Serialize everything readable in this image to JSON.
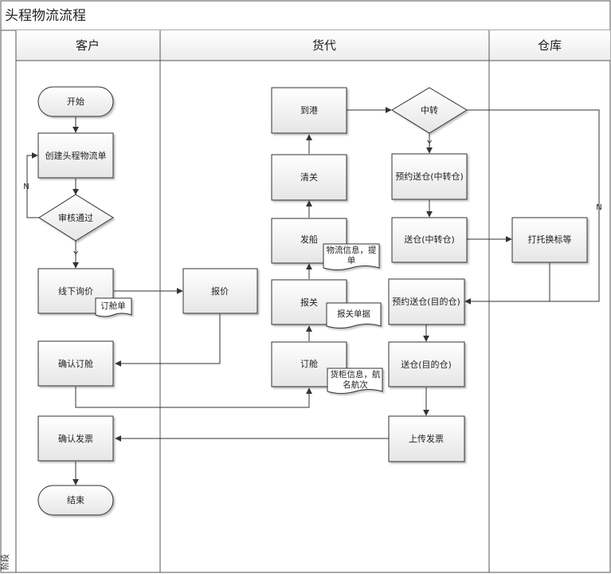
{
  "title": "头程物流流程",
  "phase_label": "阶段",
  "lanes": [
    "客户",
    "货代",
    "仓库"
  ],
  "nodes": {
    "start": "开始",
    "create_order": "创建头程物流单",
    "review": "审核通过",
    "offline_inquiry": "线下询价",
    "confirm_booking": "确认订舱",
    "confirm_invoice": "确认发票",
    "end": "结束",
    "quote": "报价",
    "arrive_port": "到港",
    "customs_clearance": "清关",
    "shipping": "发船",
    "customs_declaration": "报关",
    "booking": "订舱",
    "transit": "中转",
    "reserve_transit_wh": "预约送仓(中转仓)",
    "deliver_transit_wh": "送仓(中转仓)",
    "reserve_dest_wh": "预约送仓(目的仓)",
    "deliver_dest_wh": "送仓(目的仓)",
    "upload_invoice": "上传发票",
    "palletize_relabel": "打托换标等"
  },
  "documents": {
    "booking_form": "订舱单",
    "logistics_info": [
      "物流信息，提",
      "单"
    ],
    "declaration_docs": "报关单据",
    "container_info": [
      "货柜信息，航",
      "名航次"
    ]
  },
  "edge_labels": {
    "yes": "Y",
    "no": "N"
  }
}
